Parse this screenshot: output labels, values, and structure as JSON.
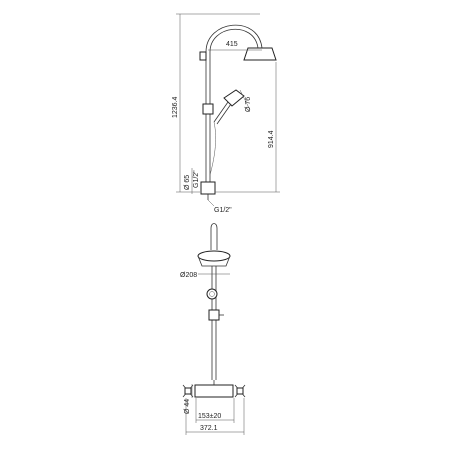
{
  "front_view": {
    "dim_total_height": "1236.4",
    "dim_arm_reach": "415",
    "dim_hand_shower": "Ø 76",
    "dim_slide_height": "914.4",
    "dim_wall_pipe": "Ø 65",
    "dim_outlet_thread": "G1/2\"",
    "dim_inlet_thread": "G1/2\""
  },
  "side_view": {
    "dim_head_diameter": "Ø208",
    "dim_valve_diameter": "Ø 44",
    "dim_centres": "153±20",
    "dim_total_width": "372.1"
  }
}
